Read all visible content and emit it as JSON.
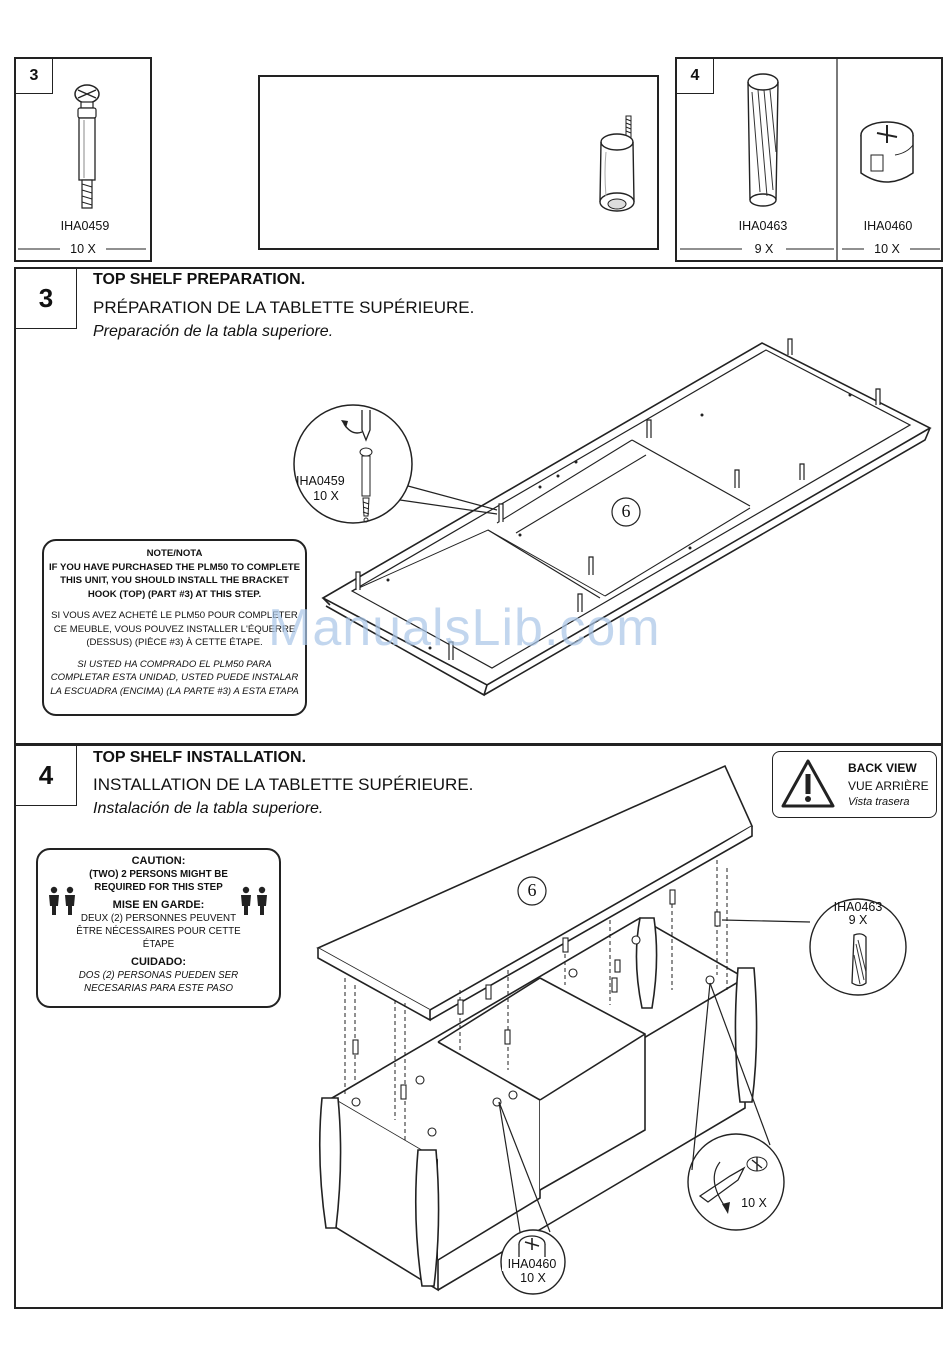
{
  "parts_row": {
    "left_panel": {
      "step": "3",
      "part": "IHA0459",
      "qty": "10 X"
    },
    "right_panel": {
      "step": "4",
      "parts": [
        {
          "part": "IHA0463",
          "qty": "9 X"
        },
        {
          "part": "IHA0460",
          "qty": "10 X"
        }
      ]
    }
  },
  "step3": {
    "number": "3",
    "title_en": "TOP SHELF PREPARATION.",
    "title_fr": "PRÉPARATION DE LA TABLETTE SUPÉRIEURE.",
    "title_es": "Preparación de la tabla superiore.",
    "callout_part": "IHA0459",
    "callout_qty": "10 X",
    "panel_label": "6",
    "note": {
      "title": "NOTE/NOTA",
      "en": "IF YOU HAVE PURCHASED THE PLM50 TO COMPLETE THIS UNIT, YOU SHOULD INSTALL THE BRACKET HOOK (TOP) (PART #3) AT THIS STEP.",
      "fr": "SI VOUS AVEZ ACHETÉ LE PLM50 POUR COMPLETER CE MEUBLE, VOUS POUVEZ INSTALLER L'ÉQUERRE (DESSUS) (PIÈCE #3) À CETTE ÉTAPE.",
      "es": "SI USTED HA COMPRADO EL PLM50 PARA COMPLETAR ESTA UNIDAD, USTED PUEDE INSTALAR LA ESCUADRA (ENCIMA) (LA PARTE #3) A ESTA ETAPA"
    }
  },
  "step4": {
    "number": "4",
    "title_en": "TOP SHELF INSTALLATION.",
    "title_fr": "INSTALLATION DE LA TABLETTE SUPÉRIEURE.",
    "title_es": "Instalación de la tabla superiore.",
    "back_view": {
      "en": "BACK VIEW",
      "fr": "VUE ARRIÈRE",
      "es": "Vista trasera"
    },
    "panel_label": "6",
    "callout_dowel": {
      "part": "IHA0463",
      "qty": "9 X"
    },
    "callout_cam": {
      "part": "IHA0460",
      "qty": "10 X"
    },
    "callout_turn_qty": "10 X",
    "caution": {
      "title_en": "CAUTION:",
      "text_en": "(TWO) 2 PERSONS MIGHT BE REQUIRED FOR THIS STEP",
      "title_fr": "MISE EN GARDE:",
      "text_fr": "DEUX (2) PERSONNES PEUVENT ÊTRE NÉCESSAIRES POUR CETTE ÉTAPE",
      "title_es": "CUIDADO:",
      "text_es": "DOS (2) PERSONAS PUEDEN SER NECESARIAS PARA ESTE PASO"
    }
  },
  "watermark": "ManualsLib.com"
}
